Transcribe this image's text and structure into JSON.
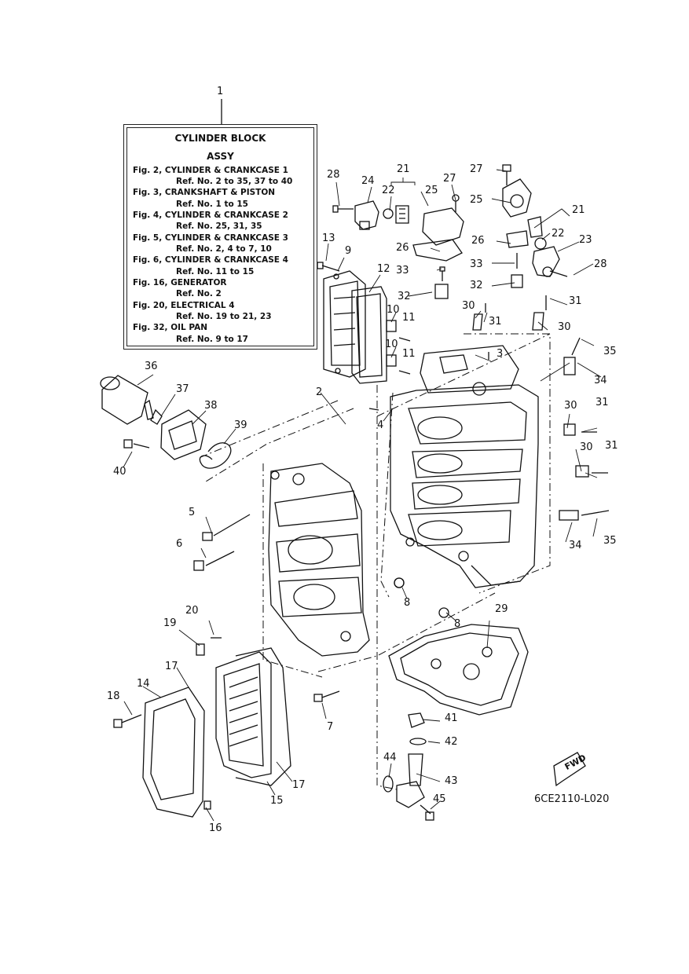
{
  "legend": {
    "title_line1": "CYLINDER BLOCK",
    "title_line2": "ASSY",
    "lines": [
      "Fig. 2, CYLINDER & CRANKCASE 1",
      "Ref. No. 2 to 35, 37 to 40",
      "Fig. 3, CRANKSHAFT & PISTON",
      "Ref. No. 1 to 15",
      "Fig. 4, CYLINDER & CRANKCASE 2",
      "Ref. No. 25, 31, 35",
      "Fig. 5, CYLINDER & CRANKCASE 3",
      "Ref. No. 2, 4 to 7, 10",
      "Fig. 6, CYLINDER & CRANKCASE 4",
      "Ref. No. 11 to 15",
      "Fig. 16, GENERATOR",
      "Ref. No. 2",
      "Fig. 20, ELECTRICAL 4",
      "Ref. No. 19 to 21, 23",
      "Fig. 32, OIL PAN",
      "Ref. No. 9 to 17"
    ]
  },
  "callouts": [
    "1",
    "2",
    "3",
    "4",
    "5",
    "6",
    "7",
    "8",
    "8",
    "9",
    "10",
    "10",
    "11",
    "11",
    "12",
    "13",
    "14",
    "15",
    "16",
    "17",
    "17",
    "18",
    "19",
    "20",
    "21",
    "21",
    "22",
    "22",
    "23",
    "24",
    "25",
    "25",
    "26",
    "26",
    "27",
    "27",
    "28",
    "28",
    "29",
    "30",
    "30",
    "30",
    "30",
    "31",
    "31",
    "31",
    "31",
    "32",
    "32",
    "33",
    "33",
    "34",
    "34",
    "35",
    "35",
    "36",
    "37",
    "38",
    "39",
    "40",
    "41",
    "42",
    "43",
    "44",
    "45"
  ],
  "fwd_label": "FWD",
  "drawing_code": "6CE2110-L020",
  "colors": {
    "ink": "#111111",
    "paper": "#ffffff"
  }
}
